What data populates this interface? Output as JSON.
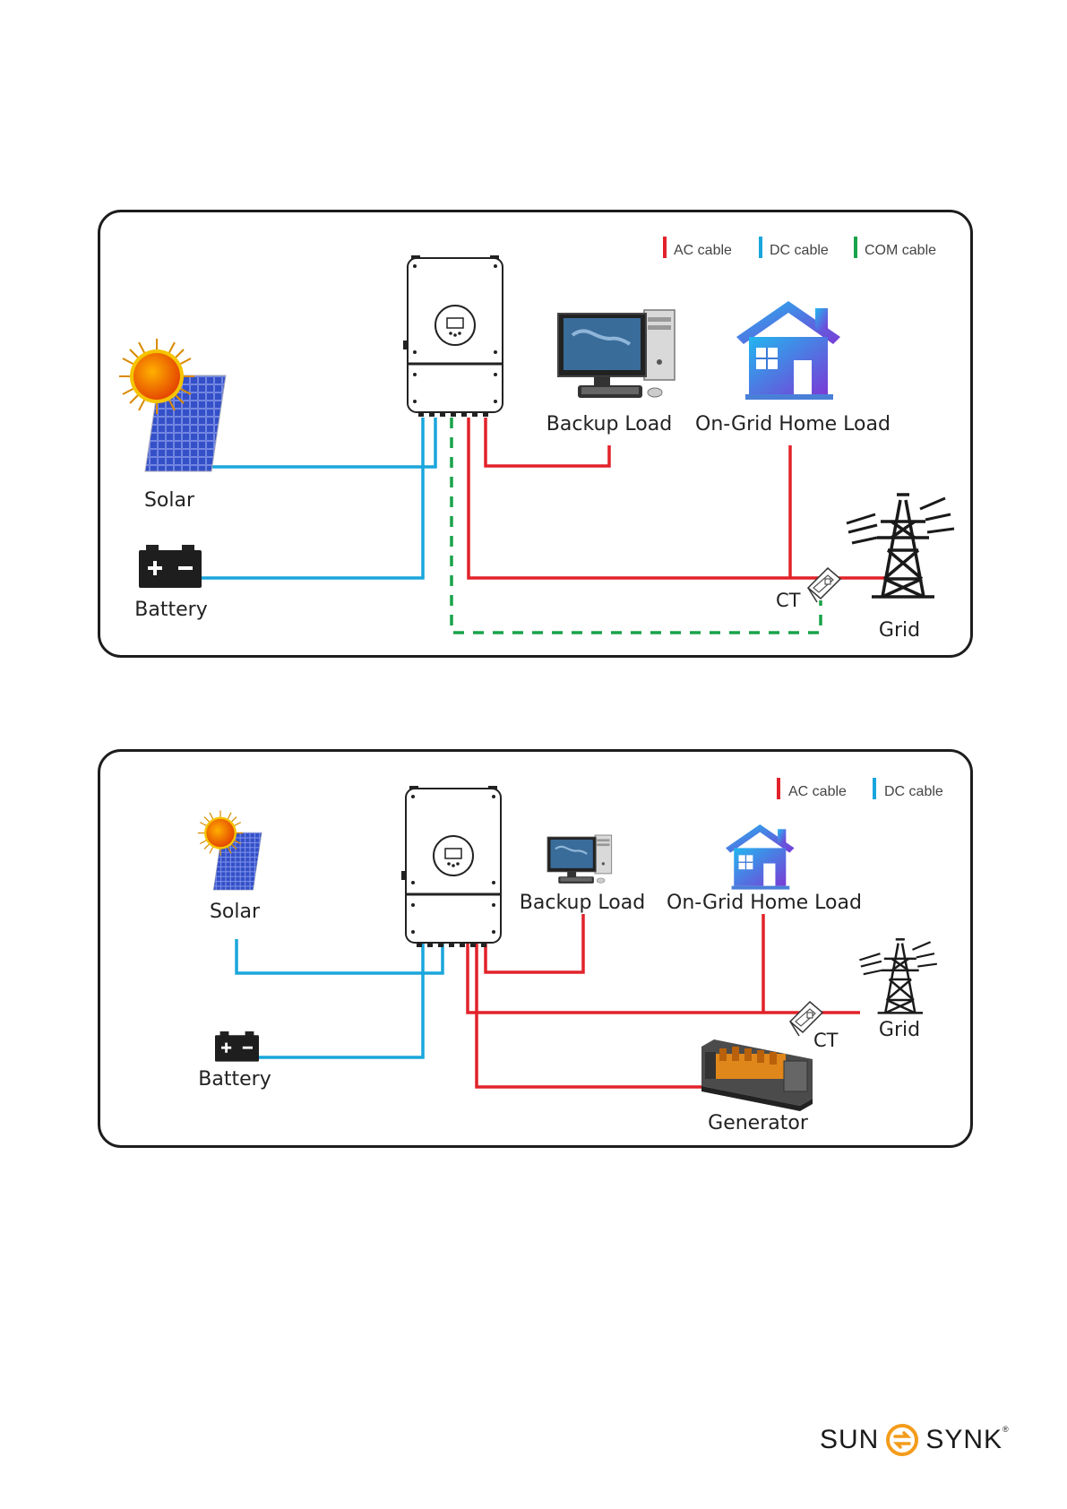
{
  "colors": {
    "ac": "#e2222a",
    "dc": "#1aa6dc",
    "com": "#19a34a",
    "frame": "#1d1d1d",
    "brand_orange": "#f39c1b"
  },
  "diagram1": {
    "legend": {
      "ac": "AC cable",
      "dc": "DC cable",
      "com": "COM cable"
    },
    "labels": {
      "solar": "Solar",
      "battery": "Battery",
      "backup_load": "Backup Load",
      "home_load": "On-Grid Home Load",
      "ct": "CT",
      "grid": "Grid"
    }
  },
  "diagram2": {
    "legend": {
      "ac": "AC cable",
      "dc": "DC cable"
    },
    "labels": {
      "solar": "Solar",
      "battery": "Battery",
      "backup_load": "Backup Load",
      "home_load": "On-Grid Home Load",
      "ct": "CT",
      "grid": "Grid",
      "generator": "Generator"
    }
  },
  "brand": {
    "left": "SUN",
    "right": "SYNK",
    "mark": "®"
  }
}
